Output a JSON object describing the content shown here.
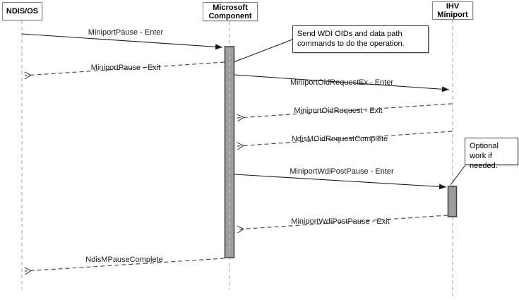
{
  "diagram": {
    "type": "sequence-diagram",
    "lifelines": [
      {
        "name": "NDIS/OS"
      },
      {
        "name": "Microsoft\nComponent"
      },
      {
        "name": "IHV\nMiniport"
      }
    ],
    "messages": [
      {
        "label": "MiniportPause - Enter",
        "from": "NDIS/OS",
        "to": "Microsoft Component",
        "style": "solid"
      },
      {
        "label": "MiniportPause - Exit",
        "from": "Microsoft Component",
        "to": "NDIS/OS",
        "style": "dashed"
      },
      {
        "label": "MiniportOidRequestEx - Enter",
        "from": "Microsoft Component",
        "to": "IHV Miniport",
        "style": "solid"
      },
      {
        "label": "MiniportOidRequest - Exit",
        "from": "IHV Miniport",
        "to": "Microsoft Component",
        "style": "dashed"
      },
      {
        "label": "NdisMOidRequestComplete",
        "from": "IHV Miniport",
        "to": "Microsoft Component",
        "style": "dashed"
      },
      {
        "label": "MiniportWdiPostPause - Enter",
        "from": "Microsoft Component",
        "to": "IHV Miniport",
        "style": "solid"
      },
      {
        "label": "MiniportWdiPostPause - Exit",
        "from": "IHV Miniport",
        "to": "Microsoft Component",
        "style": "dashed"
      },
      {
        "label": "NdisMPauseComplete",
        "from": "Microsoft Component",
        "to": "NDIS/OS",
        "style": "dashed"
      }
    ],
    "notes": [
      {
        "text": "Send WDI OIDs and data path commands to do the operation."
      },
      {
        "text": "Optional work if needed."
      }
    ],
    "colors": {
      "background": "#ffffff",
      "lifeline": "#b0b0b0",
      "solid_message": "#1a1a1a",
      "dashed_message": "#4d4d4d",
      "activation_fill": "#9d9d9d",
      "activation_border": "#3f3f3f",
      "header_border": "#848484",
      "note_border": "#404040",
      "text": "#000000"
    }
  }
}
